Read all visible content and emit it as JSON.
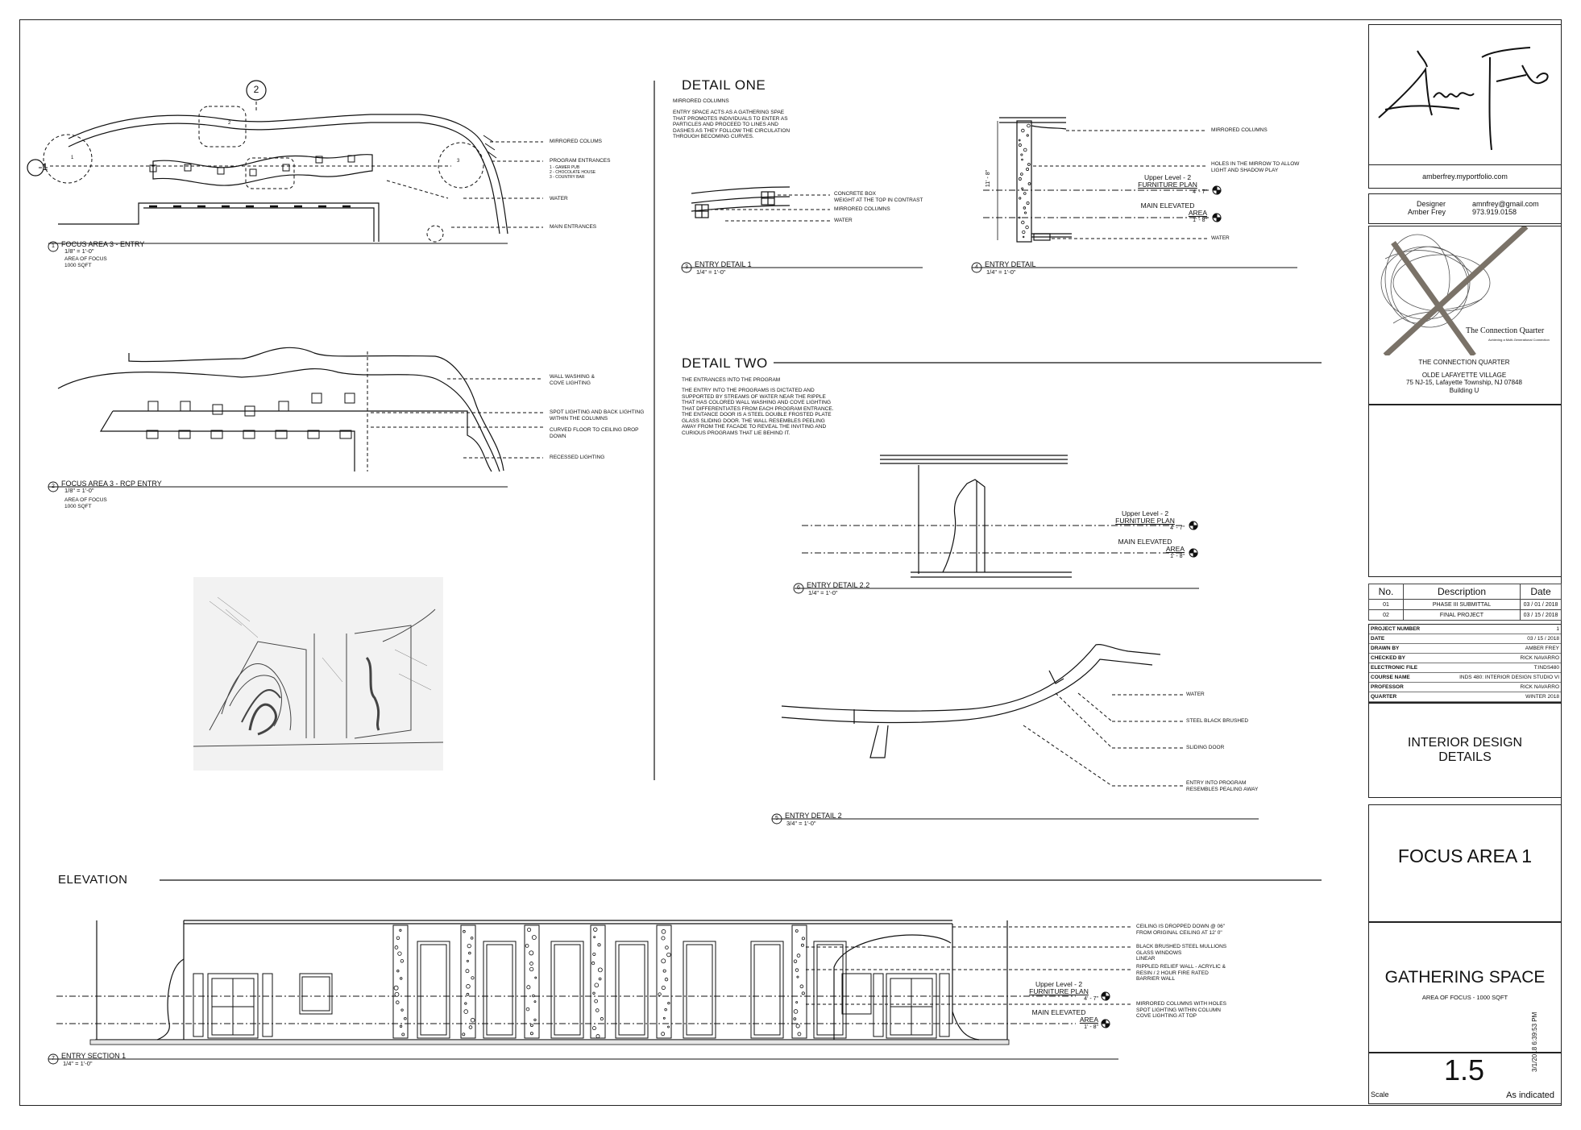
{
  "detail_one": {
    "heading": "DETAIL ONE",
    "subtitle": "MIRRORED COLUMNS",
    "description": "ENTRY SPACE ACTS AS A GATHERING SPAE\nTHAT PROMOTES INDIVIDUALS TO ENTER AS\nPARTICLES AND PROCEED TO LINES AND\nDASHES AS THEY FOLLOW THE CIRCULATION\nTHROUGH BECOMING CURVES."
  },
  "detail_two": {
    "heading": "DETAIL TWO",
    "subtitle": "THE ENTRANCES INTO THE PROGRAM",
    "description": "THE ENTRY INTO THE PROGRAMS IS DICTATED AND\nSUPPORTED BY STREAMS OF WATER NEAR THE RIPPLE\nTHAT HAS COLORED WALL WASHING AND COVE LIGHTING\nTHAT DIFFERENTIATES FROM EACH PROGRAM ENTRANCE.\nTHE ENTANCE DOOR IS A STEEL DOUBLE FROSTED PLATE\nGLASS SLIDING DOOR. THE WALL RESEMBLES PEELING\nAWAY FROM THE FACADE TO REVEAL THE INVITING AND\nCURIOUS PROGRAMS THAT LIE BEHIND IT."
  },
  "elevation_heading": "ELEVATION",
  "views": {
    "v1": {
      "num": "1",
      "title": "FOCUS AREA 3 - ENTRY",
      "scale": "1/8\" = 1'-0\"",
      "note": "AREA OF FOCUS\n1000 SQFT"
    },
    "v2": {
      "num": "2",
      "title": "FOCUS AREA 3 - RCP ENTRY",
      "scale": "1/8\" = 1'-0\"",
      "note": "AREA OF FOCUS\n1000 SQFT"
    },
    "v3": {
      "num": "3",
      "title": "ENTRY DETAIL 1",
      "scale": "1/4\" = 1'-0\""
    },
    "v4": {
      "num": "4",
      "title": "ENTRY DETAIL",
      "scale": "1/4\" = 1'-0\""
    },
    "v5": {
      "num": "5",
      "title": "ENTRY DETAIL 2",
      "scale": "3/4\" = 1'-0\""
    },
    "v6": {
      "num": "6",
      "title": "ENTRY DETAIL 2.2",
      "scale": "1/4\" = 1'-0\""
    },
    "v7": {
      "num": "7",
      "title": "ENTRY SECTION 1",
      "scale": "1/4\" = 1'-0\""
    }
  },
  "grid_labels": {
    "g1": "1",
    "g2": "2"
  },
  "plan_callouts": {
    "c1": "1",
    "c2": "2",
    "c3": "3"
  },
  "plan_notes": {
    "mirrored": "MIRRORED COLUMS",
    "program": "PROGRAM ENTRANCES",
    "program_list": "1 - GAMER PUB\n2 - CHOCOLATE HOUSE\n3 - COUNTRY BAR",
    "water": "WATER",
    "main": "MAIN ENTRANCES"
  },
  "rcp_notes": {
    "wall": "WALL WASHING &\nCOVE LIGHTING",
    "spot": "SPOT LIGHTING AND BACK LIGHTING\nWITHIN THE COLUMNS",
    "curved": "CURVED FLOOR TO CEILING DROP\nDOWN",
    "recessed": "RECESSED LIGHTING"
  },
  "d3_notes": {
    "concrete": "CONCRETE BOX\nWEIGHT AT THE TOP IN CONTRAST",
    "mirrored": "MIRRORED COLUMNS",
    "water": "WATER"
  },
  "d4_notes": {
    "mirrored": "MIRRORED COLUMNS",
    "holes": "HOLES IN THE MIRROW TO ALLOW\nLIGHT AND SHADOW PLAY",
    "water": "WATER",
    "dim": "11' - 8\""
  },
  "levels": {
    "upper_a": "Upper Level - 2",
    "upper_b": "FURNITURE PLAN",
    "upper_elev": "4' - 7\"",
    "main_a": "MAIN ELEVATED",
    "main_b": "AREA",
    "main_elev": "1' - 8\""
  },
  "d5_notes": {
    "water": "WATER",
    "steel": "STEEL BLACK BRUSHED",
    "sliding": "SLIDING DOOR",
    "entry": "ENTRY INTO PROGRAM\nRESEMBLES PEALING AWAY"
  },
  "elev_notes": {
    "ceiling": "CEILING IS DROPPED DOWN @ 06\"\nFROM ORIGINAL CEILING AT 12' 0\"",
    "black": "BLACK BRUSHED STEEL MULLIONS\nGLASS WINDOWS\nLINEAR",
    "rippled": "RIPPLED RELIEF WALL - ACRYLIC &\nRESIN / 2 HOUR FIRE RATED\nBARRIER WALL",
    "mirrored": "MIRRORED COLUMNS WITH HOLES\nSPOT LIGHTING WITHIN COLUMN\nCOVE LIGHTING AT TOP"
  },
  "titleblock": {
    "website": "amberfrey.myportfolio.com",
    "designer_label": "Designer",
    "designer_name": "Amber Frey",
    "email": "amnfrey@gmail.com",
    "phone": "973.919.0158",
    "logo_text": "The Connection Quarter",
    "logo_tagline": "Achieving a Multi-Generational Connection",
    "project_name": "THE CONNECTION QUARTER",
    "location": "OLDE LAFAYETTE VILLAGE",
    "address": "75 NJ-15, Lafayette Township, NJ 07848",
    "building": "Building U",
    "rev_headers": {
      "no": "No.",
      "desc": "Description",
      "date": "Date"
    },
    "revisions": [
      {
        "no": "01",
        "desc": "PHASE III SUBMITTAL",
        "date": "03 / 01 / 2018"
      },
      {
        "no": "02",
        "desc": "FINAL PROJECT",
        "date": "03 / 15 / 2018"
      }
    ],
    "info": [
      {
        "k": "PROJECT NUMBER",
        "v": "1"
      },
      {
        "k": "DATE",
        "v": "03 / 15 / 2018"
      },
      {
        "k": "DRAWN BY",
        "v": "AMBER FREY"
      },
      {
        "k": "CHECKED BY",
        "v": "RICK NAVARRO"
      },
      {
        "k": "ELECTRONIC FILE",
        "v": "T:INDS480"
      },
      {
        "k": "COURSE NAME",
        "v": "INDS 480: INTERIOR DESIGN STUDIO VI"
      },
      {
        "k": "PROFESSOR",
        "v": "RICK NAVARRO"
      },
      {
        "k": "QUARTER",
        "v": "WINTER 2018"
      }
    ],
    "sheet_title_1": "INTERIOR DESIGN",
    "sheet_title_2": "DETAILS",
    "focus": "FOCUS AREA 1",
    "gathering": "GATHERING SPACE",
    "area_note": "AREA OF FOCUS - 1000 SQFT",
    "sheet_number": "1.5",
    "scale_label": "Scale",
    "scale_value": "As indicated"
  },
  "timestamp": "3/1/2018 6:39:53 PM"
}
